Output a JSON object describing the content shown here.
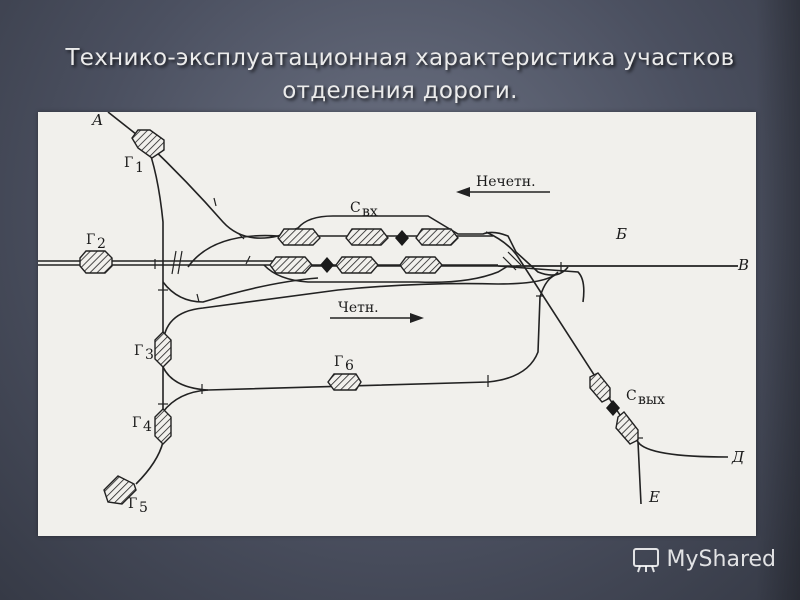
{
  "slide": {
    "title_line1": "Технико-эксплуатационная характеристика участков",
    "title_line2": "отделения дороги."
  },
  "diagram": {
    "stations": {
      "a": "А",
      "b": "Б",
      "v": "В",
      "d": "Д",
      "e": "Е"
    },
    "yards": {
      "g1": "Г",
      "g1_sub": "1",
      "g2": "Г",
      "g2_sub": "2",
      "g3": "Г",
      "g3_sub": "3",
      "g4": "Г",
      "g4_sub": "4",
      "g5": "Г",
      "g5_sub": "5",
      "g6": "Г",
      "g6_sub": "6",
      "svx": "С",
      "svx_sub": "вх",
      "svyx": "С",
      "svyx_sub": "вых"
    },
    "directions": {
      "odd": "Нечетн.",
      "even": "Четн."
    }
  },
  "watermark": {
    "text": "MyShared"
  }
}
